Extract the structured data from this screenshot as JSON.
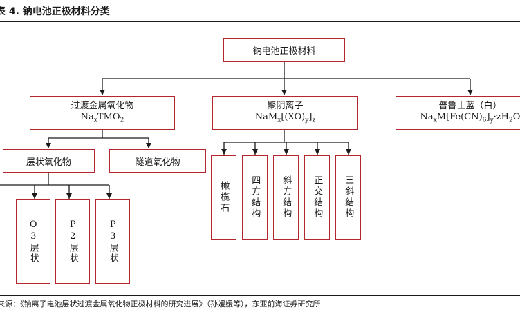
{
  "title": "表 4.  钠电池正极材料分类",
  "source": "来源：《钠离子电池层状过渡金属氧化物正极材料的研究进展》（孙媛媛等），东亚前海证券研究所",
  "root": "钠电池正极材料",
  "categories": {
    "oxide": {
      "name": "过渡金属氧化物",
      "formula": "NaxTMO2"
    },
    "polyanion": {
      "name": "聚阴离子",
      "formula": "NaMx[(XO)y]z"
    },
    "prussian": {
      "name": "普鲁士蓝（白）",
      "formula": "NaxM[Fe(CN)6]y·zH2O"
    }
  },
  "oxide_children": {
    "layered": "层状氧化物",
    "tunnel": "隧道氧化物"
  },
  "layered_children": [
    "O3层状",
    "P2层状",
    "P3层状"
  ],
  "polyanion_children": [
    "橄榄石",
    "四方结构",
    "斜方结构",
    "正交结构",
    "三斜结构"
  ],
  "colors": {
    "box_border": "#b3262d",
    "line": "#1a1a1a"
  }
}
